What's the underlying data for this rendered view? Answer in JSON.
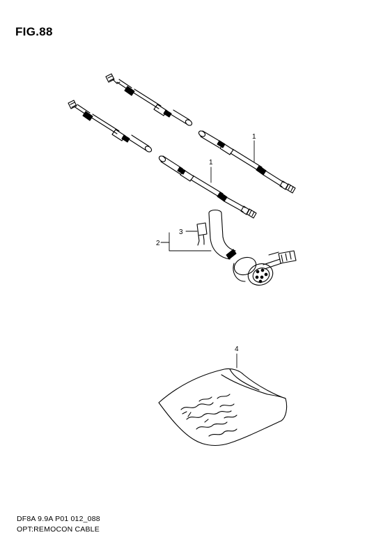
{
  "figure": {
    "title": "FIG.88"
  },
  "callouts": {
    "c1a": "1",
    "c1b": "1",
    "c2": "2",
    "c3": "3",
    "c4": "4"
  },
  "footer": {
    "code": "DF8A 9.9A P01 012_088",
    "caption": "OPT:REMOCON CABLE"
  }
}
